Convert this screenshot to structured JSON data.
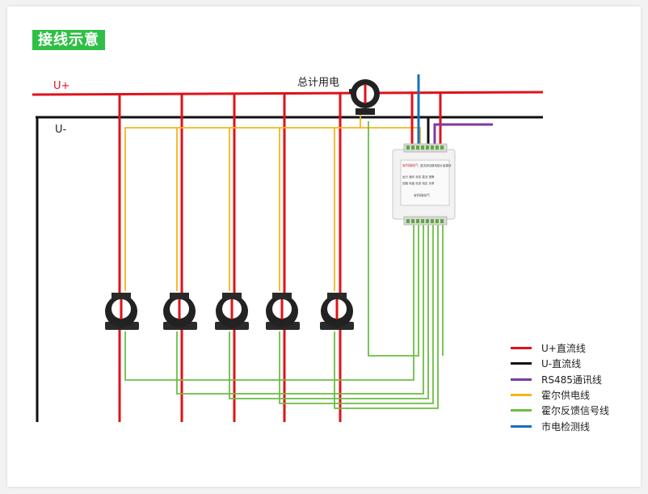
{
  "title": "接线示意",
  "labels": {
    "u_plus": "U+",
    "u_minus": "U-",
    "main_meter": "总计用电"
  },
  "device": {
    "brand": "安科瑞电气",
    "name": "直流多回路电能计量模块",
    "text_row1": "运行 通讯 状态 直流 报警",
    "text_row2": "回路 电能 电流 电压 功率"
  },
  "legend": [
    {
      "label": "U+直流线",
      "color": "#e0121a"
    },
    {
      "label": "U-直流线",
      "color": "#111111"
    },
    {
      "label": "RS485通讯线",
      "color": "#7b3aa0"
    },
    {
      "label": "霍尔供电线",
      "color": "#f5b51a"
    },
    {
      "label": "霍尔反馈信号线",
      "color": "#6cbd45"
    },
    {
      "label": "市电检测线",
      "color": "#1a6fb5"
    }
  ]
}
